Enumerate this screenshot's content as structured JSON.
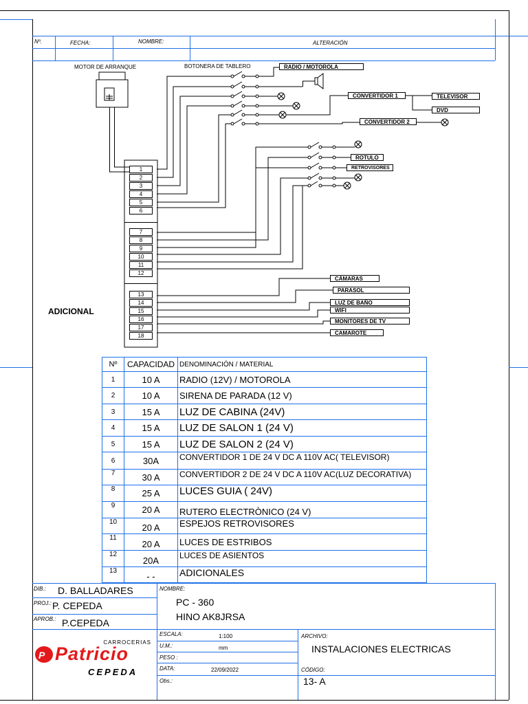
{
  "revision_header": {
    "no": "Nº.",
    "fecha": "FECHA:",
    "nombre": "NOMBRE:",
    "alteracion": "ALTERACIÓN"
  },
  "diagram": {
    "motor_label": "MOTOR DE ARRANQUE",
    "botonera_label": "BOTONERA DE TABLERO",
    "adicional_label": "ADICIONAL",
    "connector_pins": [
      "1",
      "2",
      "3",
      "4",
      "5",
      "6",
      "7",
      "8",
      "9",
      "10",
      "11",
      "12",
      "13",
      "14",
      "15",
      "16",
      "17",
      "18"
    ],
    "device_labels": {
      "radio": "RADIO / MOTOROLA",
      "conv1": "CONVERTIDOR 1",
      "televisor": "TELEVISOR",
      "dvd": "DVD",
      "conv2": "CONVERTIDOR 2",
      "rotulo": "ROTULO",
      "retrovisores": "RETROVISORES",
      "camaras": "CÁMARAS",
      "parasol": "PARASOL",
      "luz_bano": "LUZ DE BAÑO",
      "wifi": "WIFI",
      "monitores": "MONITORES DE TV",
      "camarote": "CAMAROTE"
    }
  },
  "circuit_table": {
    "headers": [
      "Nº",
      "CAPACIDAD",
      "DENOMINACIÓN / MATERIAL"
    ],
    "rows": [
      {
        "no": "1",
        "capacidad": "10 A",
        "denominacion": "RADIO (12V) / MOTOROLA"
      },
      {
        "no": "2",
        "capacidad": "10 A",
        "denominacion": "SIRENA DE PARADA  (12 V)"
      },
      {
        "no": "3",
        "capacidad": "15 A",
        "denominacion": "LUZ DE CABINA (24V)"
      },
      {
        "no": "4",
        "capacidad": "15 A",
        "denominacion": "LUZ DE SALON 1 (24 V)"
      },
      {
        "no": "5",
        "capacidad": "15 A",
        "denominacion": "LUZ DE SALON 2 (24 V)"
      },
      {
        "no": "6",
        "capacidad": "30A",
        "denominacion": "CONVERTIDOR 1  DE 24 V DC  A 110V AC( TELEVISOR)"
      },
      {
        "no": "7",
        "capacidad": "30 A",
        "denominacion": "CONVERTIDOR 2  DE 24 V DC  A 110V AC(LUZ DECORATIVA)"
      },
      {
        "no": "8",
        "capacidad": "25 A",
        "denominacion": "LUCES  GUIA ( 24V)"
      },
      {
        "no": "9",
        "capacidad": "20 A",
        "denominacion": "RUTERO ELECTRÒNICO (24 V)"
      },
      {
        "no": "10",
        "capacidad": "20 A",
        "denominacion": "ESPEJOS RETROVISORES"
      },
      {
        "no": "11",
        "capacidad": "20 A",
        "denominacion": "LUCES DE ESTRIBOS"
      },
      {
        "no": "12",
        "capacidad": "20A",
        "denominacion": "LUCES DE ASIENTOS"
      },
      {
        "no": "13",
        "capacidad": "- -",
        "denominacion": "ADICIONALES"
      }
    ]
  },
  "title_block": {
    "dib_label": "DIB.:",
    "dib_value": "D.  BALLADARES",
    "proj_label": "PROJ.:",
    "proj_value": "P. CEPEDA",
    "aprob_label": "APROB.:",
    "aprob_value": "P.CEPEDA",
    "nombre_label": "NOMBRE:",
    "nombre_line1": "PC - 360",
    "nombre_line2": "HINO AK8JRSA",
    "escala_label": "ESCALA:",
    "escala_value": "1:100",
    "um_label": "U.M.:",
    "um_value": "mm",
    "peso_label": "PESO :",
    "data_label": "DATA:",
    "data_value": "22/09/2022",
    "obs_label": "Obs.:",
    "archivo_label": "ARCHIVO:",
    "archivo_value": "INSTALACIONES ELECTRICAS",
    "codigo_label": "CÓDIGO:",
    "codigo_value": "13- A",
    "logo_line1": "CARROCERIAS",
    "logo_line2": "Patricio",
    "logo_line3": "CEPEDA",
    "logo_color": "#e3191b"
  }
}
